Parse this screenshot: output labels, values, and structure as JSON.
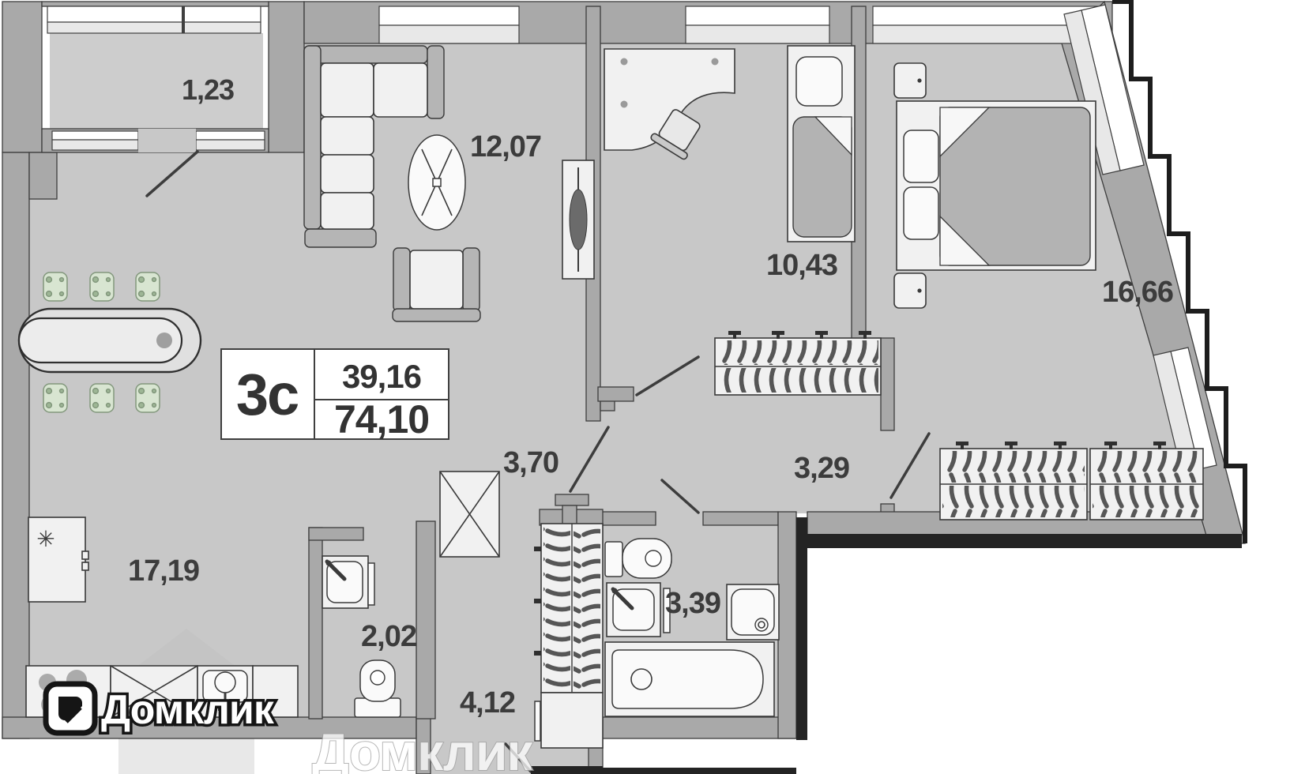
{
  "plan": {
    "rooms_label": "3с",
    "living_area": "39,16",
    "total_area": "74,10"
  },
  "rooms": [
    {
      "name": "balcony",
      "area": "1,23"
    },
    {
      "name": "living-room",
      "area": "12,07"
    },
    {
      "name": "bedroom-1",
      "area": "10,43"
    },
    {
      "name": "bedroom-2",
      "area": "16,66"
    },
    {
      "name": "kitchen",
      "area": "17,19"
    },
    {
      "name": "hallway-1",
      "area": "3,70"
    },
    {
      "name": "hallway-2",
      "area": "3,29"
    },
    {
      "name": "wc",
      "area": "2,02"
    },
    {
      "name": "entry-hall",
      "area": "4,12"
    },
    {
      "name": "bathroom",
      "area": "3,39"
    }
  ],
  "watermark": {
    "text": "Домклик"
  },
  "icons": {
    "snowflake": "✳"
  },
  "colors": {
    "floor": "#c8c8c8",
    "wall": "#a9a9a9",
    "outline": "#3d3d3d",
    "boundary_black": "#242424",
    "chair_green": "#d8e5d1",
    "furniture": "#f1f1f1",
    "bed_gray": "#b3b3b3"
  }
}
